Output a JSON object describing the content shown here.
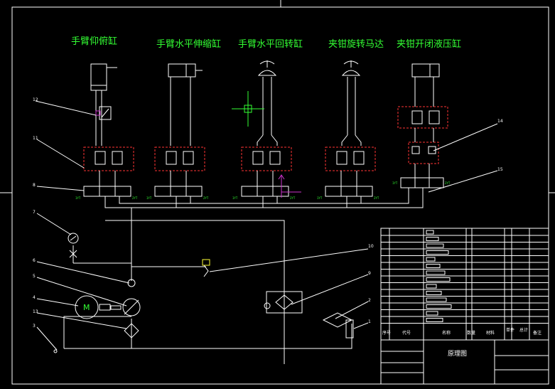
{
  "circuit_labels": [
    {
      "text": "手臂仰俯缸"
    },
    {
      "text": "手臂水平伸缩缸"
    },
    {
      "text": "手臂水平回转缸"
    },
    {
      "text": "夹钳旋转马达"
    },
    {
      "text": "夹钳开闭液压缸"
    }
  ],
  "part_numbers": [
    "12",
    "11",
    "8",
    "7",
    "6",
    "5",
    "4",
    "13",
    "3",
    "14",
    "15",
    "10",
    "9",
    "2",
    "1"
  ],
  "valve_tags": {
    "left": "1YT",
    "right": "2YT"
  },
  "title_block": {
    "drawing_name": "原理图",
    "headers": [
      "序号",
      "代号",
      "名称",
      "数量",
      "材料",
      "单件",
      "总计",
      "备注"
    ]
  },
  "colors": {
    "background": "#000000",
    "line": "#ffffff",
    "label": "#33ff33",
    "valve_frame": "#ff3333",
    "crosshair": "#33ff33",
    "marker": "#cc33cc",
    "component": "#ffff33"
  }
}
